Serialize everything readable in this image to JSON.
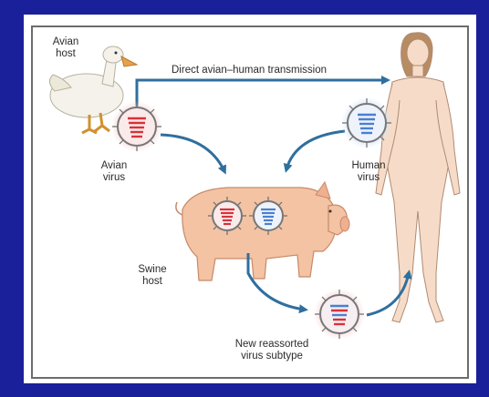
{
  "labels": {
    "avian_host": "Avian\nhost",
    "transmission": "Direct avian–human transmission",
    "avian_virus": "Avian\nvirus",
    "human_virus": "Human\nvirus",
    "swine_host": "Swine\nhost",
    "new_virus": "New reassorted\nvirus subtype"
  },
  "colors": {
    "background": "#1a1f9a",
    "arrow": "#2f6f9e",
    "avian_red": "#d8323a",
    "human_blue": "#4a7fd0",
    "pig": "#f3c3a4",
    "skin": "#f6dcc8"
  }
}
